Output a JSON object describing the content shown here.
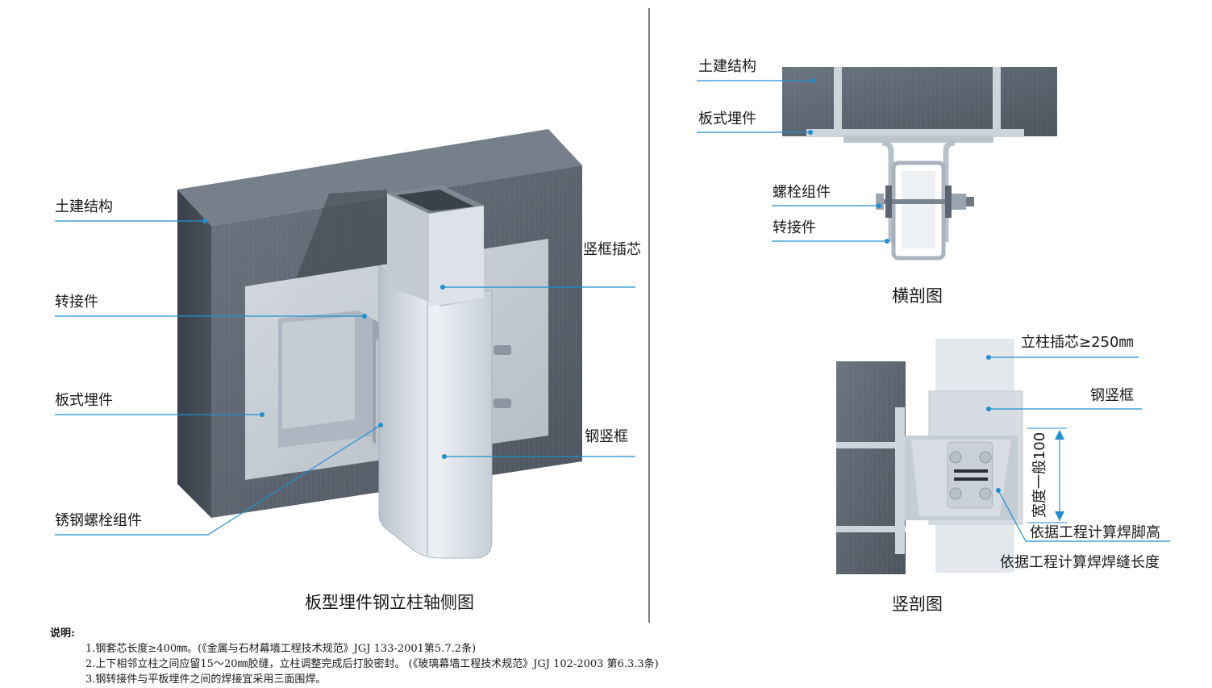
{
  "left_diagram": {
    "caption": "板型埋件钢立柱轴侧图",
    "labels": {
      "civil_structure": "土建结构",
      "adapter": "转接件",
      "plate_embed": "板式埋件",
      "bolt_assembly": "锈钢螺栓组件",
      "core_insert": "竖框插芯",
      "steel_mullion": "钢竖框"
    }
  },
  "horizontal_section": {
    "caption": "横剖图",
    "labels": {
      "civil_structure": "土建结构",
      "plate_embed": "板式埋件",
      "bolt_assembly": "螺栓组件",
      "adapter": "转接件"
    }
  },
  "vertical_section": {
    "caption": "竖剖图",
    "labels": {
      "core_insert": "立柱插芯≥250㎜",
      "steel_mullion": "钢竖框",
      "width_note": "宽度一般100",
      "weld_leg": "依据工程计算焊脚高",
      "weld_length": "依据工程计算焊焊缝长度"
    }
  },
  "notes": {
    "title": "说明:",
    "items": [
      "1.钢套芯长度≥400㎜。(《金属与石材幕墙工程技术规范》JGJ 133-2001第5.7.2条)",
      "2.上下相邻立柱之间应留15～20㎜胶缝，立柱调整完成后打胶密封。  (《玻璃幕墙工程技术规范》JGJ 102-2003 第6.3.3条)",
      "3.钢转接件与平板埋件之间的焊接宜采用三面围焊。"
    ]
  },
  "colors": {
    "leader": "#1e8fd0",
    "concrete": "#5b6470",
    "concrete_dark": "#3f4650",
    "steel": "#cfd6de",
    "divider": "#7a7a7a"
  }
}
